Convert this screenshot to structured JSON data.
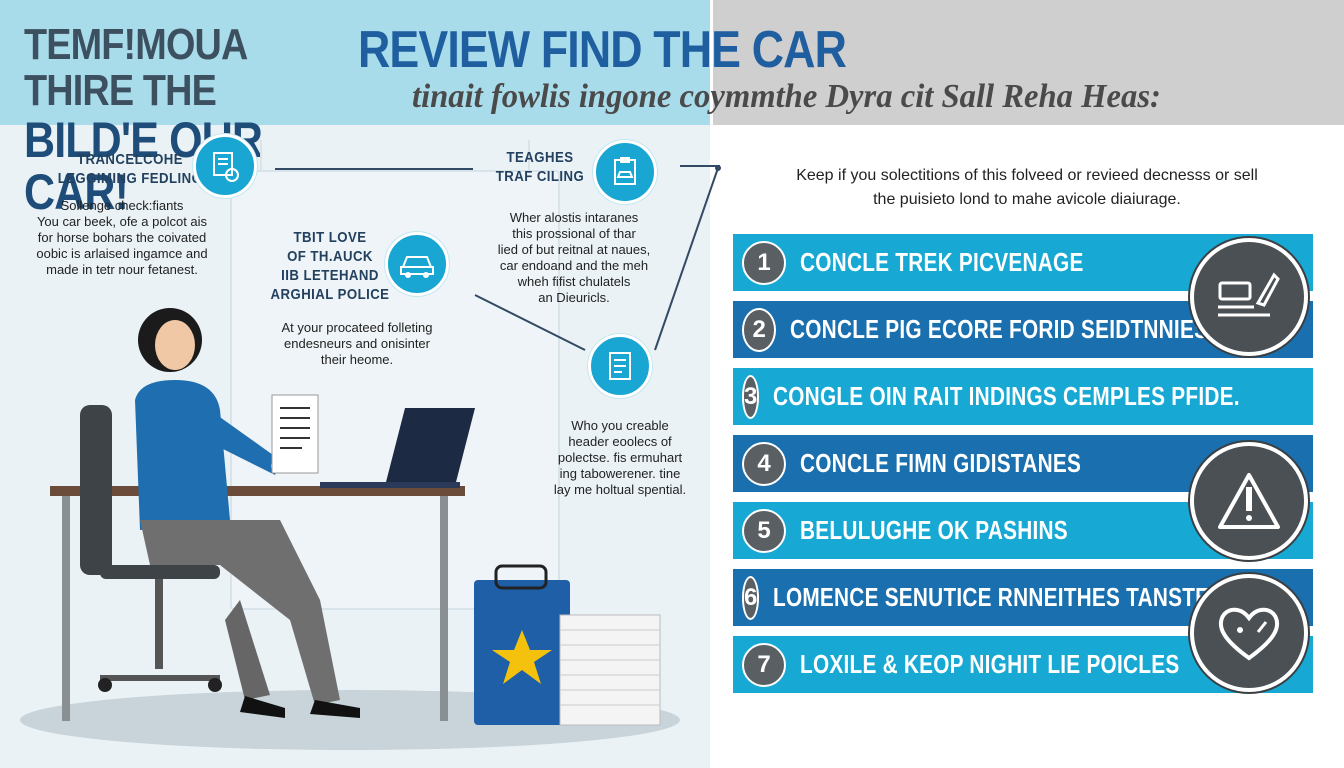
{
  "header": {
    "left_title_line1": "TEMF!MOUA THIRE THE",
    "left_title_line2": "BILD'E OUR CAR!",
    "main_title": "REVIEW FIND THE CAR",
    "subtitle": "tinait fowlis ingone coymmthe Dyra cit Sall Reha Heas:"
  },
  "callouts": {
    "c1": {
      "head_line1": "TRANCELCOHE",
      "head_line2": "LEGGIMING FEDLING",
      "body": [
        "Sollenge check:fiants",
        "You car beek, ofe a polcot ais",
        "for horse bohars the coivated",
        "oobic is arlaised ingamce and",
        "made in tetr nour fetanest."
      ],
      "icon": "document-stamp-icon"
    },
    "c2": {
      "head_line1": "TBIT LOVE",
      "head_line2": "OF TH.AUCK",
      "head_line3": "IIB LETEHAND",
      "head_line4": "ARGHIAL POLICE",
      "body": [
        "At your procateed folleting",
        "endesneurs and onisinter",
        "their heome."
      ],
      "icon": "car-icon"
    },
    "c3": {
      "head_line1": "TEAGHES",
      "head_line2": "TRAF CILING",
      "body": [
        "Wher alostis intaranes",
        "this prossional of thar",
        "lied of but reitnal at naues,",
        "car endoand and the meh",
        "wheh fifist chulatels",
        "an Dieuricls."
      ],
      "icon": "clipboard-car-icon"
    },
    "c4": {
      "body": [
        "Who you creable",
        "header eoolecs of",
        "polectse. fis ermuhart",
        "ing tabowerener. tine",
        "lay me holtual spential."
      ],
      "icon": "document-list-icon"
    }
  },
  "intro_text": [
    "Keep if you solectitions of this folveed or revieed decnesss or sell",
    "the puisieto lond to mahe avicole diaiurage."
  ],
  "steps": [
    {
      "num": "1",
      "label": "CONCLE TREK PICVENAGE",
      "style": "light"
    },
    {
      "num": "2",
      "label": "CONCLE PIG ECORE FORID SEIDTNNIES",
      "style": "dark"
    },
    {
      "num": "3",
      "label": "CONGLE OIN RAIT INDINGS CEMPLES PFIDE.",
      "style": "light"
    },
    {
      "num": "4",
      "label": "CONCLE FIMN GIDISTANES",
      "style": "dark"
    },
    {
      "num": "5",
      "label": "BELULUGHE OK PASHINS",
      "style": "light"
    },
    {
      "num": "6",
      "label": "LOMENCE SENUTICE RNNEITHES TANSTER.",
      "style": "dark"
    },
    {
      "num": "7",
      "label": "LOXILE & KEOP NIGHIT LIE POICLES",
      "style": "light"
    }
  ],
  "side_icons": [
    "inspection-tools-icon",
    "warning-triangle-icon",
    "heart-icon"
  ],
  "colors": {
    "accent_light": "#17a9d4",
    "accent_dark": "#1a6fae",
    "title_blue": "#1f5fa0",
    "icon_grey": "#4b5054"
  }
}
